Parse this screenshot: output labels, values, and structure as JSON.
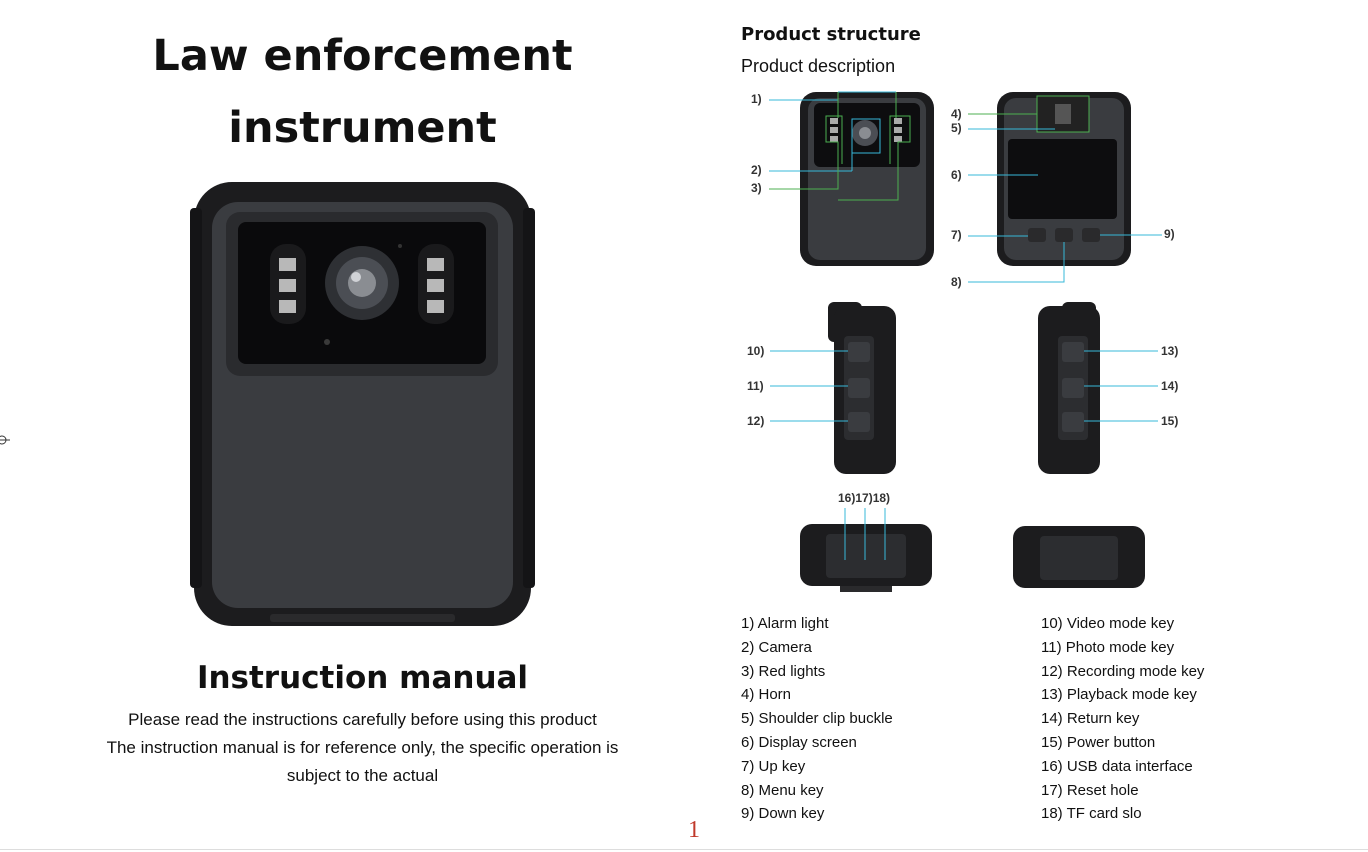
{
  "cover": {
    "title_line1": "Law enforcement",
    "title_line2": "instrument",
    "manual_title": "Instruction manual",
    "notes": [
      "Please read the instructions carefully before using this product",
      "The instruction manual is for reference only, the specific operation is",
      "subject to the actual"
    ]
  },
  "structure": {
    "heading": "Product structure",
    "subheading": "Product description",
    "callouts": {
      "c1": "1)",
      "c2": "2)",
      "c3": "3)",
      "c4": "4)",
      "c5": "5)",
      "c6": "6)",
      "c7": "7)",
      "c8": "8)",
      "c9": "9)",
      "c10": "10)",
      "c11": "11)",
      "c12": "12)",
      "c13": "13)",
      "c14": "14)",
      "c15": "15)",
      "c16_18": "16)17)18)"
    },
    "parts_left": [
      "1) Alarm light",
      "2) Camera",
      "3) Red lights",
      "4) Horn",
      "5) Shoulder clip buckle",
      "6) Display screen",
      "7) Up key",
      "8) Menu key",
      "9) Down key"
    ],
    "parts_right": [
      "10) Video mode key",
      "11) Photo mode key",
      "12) Recording mode key",
      "13) Playback mode key",
      "14) Return key",
      "15) Power button",
      "16) USB data interface",
      "17) Reset hole",
      "18) TF card slo"
    ]
  },
  "page_number": "1"
}
